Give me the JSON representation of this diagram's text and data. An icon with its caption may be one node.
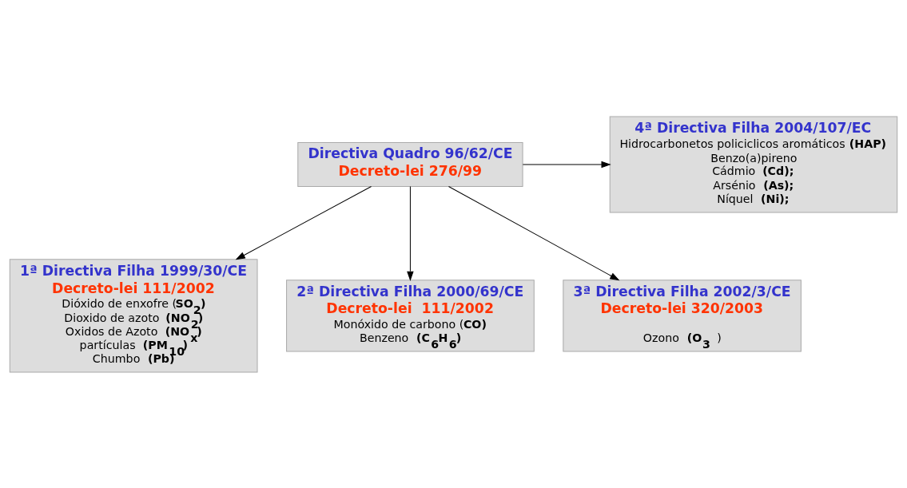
{
  "diagram": {
    "nodes": [
      {
        "text": [
          "Directiva Quadro 96/62/CE",
          "Decreto-lei 276/99"
        ]
      },
      {
        "text": [
          "4ª Directiva Filha 2004/107/EC",
          "Hidrocarbonetos policiclicos aromáticos **(HAP)**",
          "Benzo(a)pireno",
          "Cádmio **(Cd);**",
          "Arsénio **(As);**",
          "Níquel **(Ni);**"
        ]
      },
      {
        "text": [
          "1ª Directiva Filha 1999/30/CE",
          "Decreto-lei 111/2002",
          "Dióxido de enxofre (**SO$_{2}$)**",
          "Dioxido de azoto **(NO$_{2}$)**",
          "Oxidos de Azoto **(NO$_{x}$)**",
          "partículas **(PM$_{10}$)**",
          "Chumbo **(Pb)**"
        ]
      },
      {
        "text": [
          "2ª Directiva Filha 2000/69/CE",
          "Decreto-lei  111/2002",
          "Monóxido de carbono (**CO)**",
          "Benzeno **(C$_{6}$H$_{6}$)**"
        ]
      },
      {
        "text": [
          "3ª Directiva Filha 2002/3/CE",
          "Decreto-lei 320/2003",
          "Ozono **(O$_{3}$** )"
        ]
      }
    ],
    "edges": [
      {
        "from": 0,
        "to": 1,
        "arrow": "to"
      },
      {
        "from": 0,
        "to": 2,
        "arrow": "to"
      },
      {
        "from": 0,
        "to": 3,
        "arrow": "to"
      },
      {
        "from": 0,
        "to": 4,
        "arrow": "to"
      }
    ]
  }
}
